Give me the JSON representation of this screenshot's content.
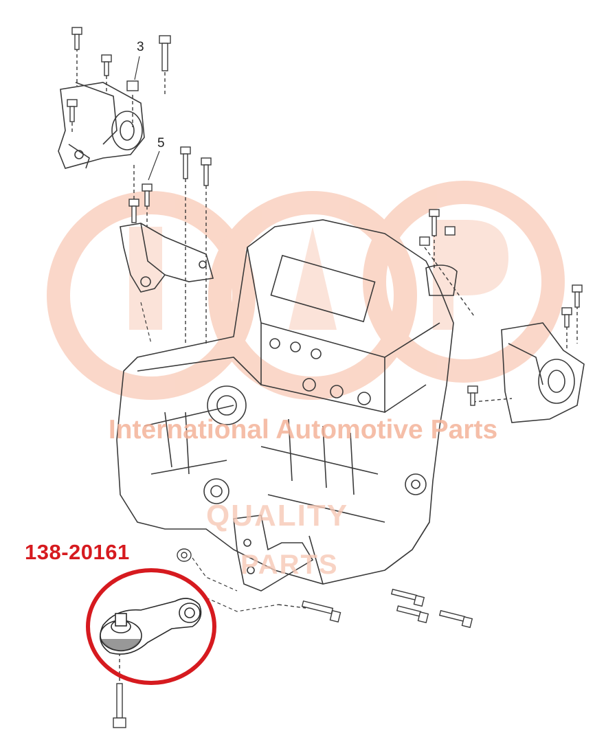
{
  "callouts": {
    "c3": "3",
    "c5": "5"
  },
  "part_number": "138-20161",
  "watermark": {
    "company": "International Automotive Parts",
    "quality_line1": "QUALITY",
    "quality_line2": "PARTS",
    "logo_color": "#f29b78"
  },
  "colors": {
    "highlight": "#d61a1f",
    "linework": "#3a3a3a"
  }
}
